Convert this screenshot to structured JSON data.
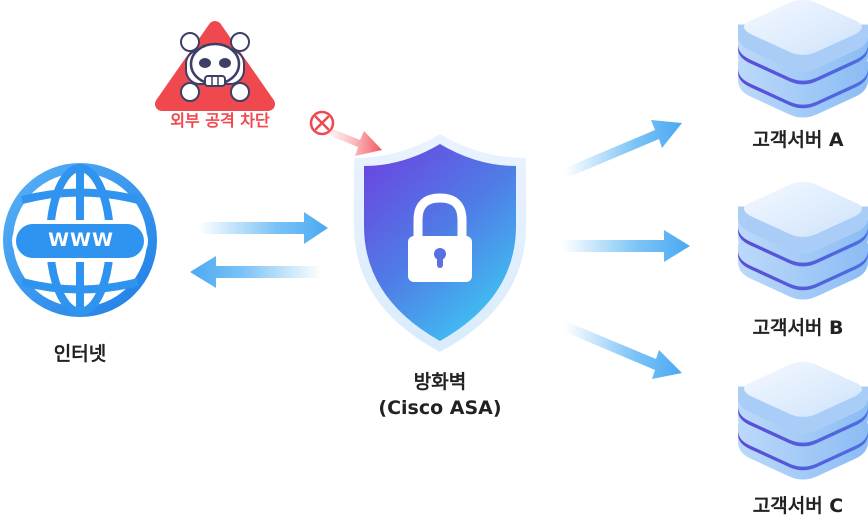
{
  "colors": {
    "globe": "#2f93f0",
    "threat": "#f0484f",
    "shield_top": "#6d3fe0",
    "shield_bottom": "#3fc3f2",
    "arrow": "#6cbcf5",
    "server_top": "#e4f0fd",
    "server_side": "#9fc8f7",
    "server_stripe": "#5a4bd6",
    "label": "#222222"
  },
  "threat": {
    "label": "외부 공격 차단",
    "icon": "skull-warning-icon",
    "block_icon": "block-icon"
  },
  "internet": {
    "label": "인터넷",
    "badge": "WWW",
    "icon": "globe-icon"
  },
  "firewall": {
    "label_line1": "방화벽",
    "label_line2": "(Cisco ASA)",
    "icon": "shield-lock-icon"
  },
  "servers": [
    {
      "label": "고객서버 A",
      "icon": "server-icon"
    },
    {
      "label": "고객서버 B",
      "icon": "server-icon"
    },
    {
      "label": "고객서버 C",
      "icon": "server-icon"
    }
  ]
}
